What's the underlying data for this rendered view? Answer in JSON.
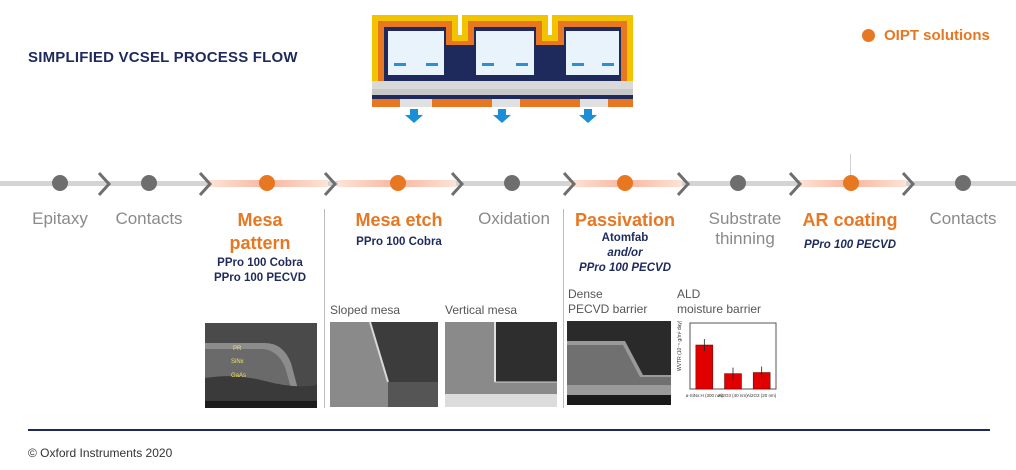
{
  "header": {
    "title": "SIMPLIFIED VCSEL PROCESS FLOW",
    "legend_label": "OIPT solutions",
    "accent_color": "#e87722",
    "navy_color": "#1f2a5c"
  },
  "steps": [
    {
      "label": "Epitaxy",
      "highlight": false
    },
    {
      "label": "Contacts",
      "highlight": false
    },
    {
      "label_line1": "Mesa",
      "label_line2": "pattern",
      "tools": [
        "PPro 100 Cobra",
        "PPro 100 PECVD"
      ],
      "highlight": true
    },
    {
      "label": "Mesa etch",
      "tools": [
        "PPro 100 Cobra"
      ],
      "highlight": true
    },
    {
      "label": "Oxidation",
      "highlight": false
    },
    {
      "label": "Passivation",
      "tools_line1": "Atomfab",
      "tools_line2": "and/or",
      "tools_line3": "PPro 100 PECVD",
      "highlight": true
    },
    {
      "label_line1": "Substrate",
      "label_line2": "thinning",
      "highlight": false
    },
    {
      "label": "AR coating",
      "tools": [
        "PPro 100 PECVD"
      ],
      "highlight": true
    },
    {
      "label": "Contacts",
      "highlight": false
    }
  ],
  "images": {
    "mesa_pattern_labels": [
      "PR",
      "SiNx",
      "GaAs"
    ],
    "sloped_mesa_caption": "Sloped mesa",
    "vertical_mesa_caption": "Vertical mesa",
    "dense_caption_line1": "Dense",
    "dense_caption_line2": "PECVD barrier",
    "ald_caption_line1": "ALD",
    "ald_caption_line2": "moisture barrier"
  },
  "chart_data": {
    "type": "bar",
    "categories": [
      "a-SiNx:H (300 nm)",
      "Al2O3 (40 nm)",
      "Al2O3 (20 nm)"
    ],
    "values": [
      4.0,
      1.4,
      1.5
    ],
    "ylim": [
      0,
      6
    ],
    "bar_color": "#e00000"
  },
  "footer": {
    "copyright": "© Oxford Instruments 2020"
  }
}
